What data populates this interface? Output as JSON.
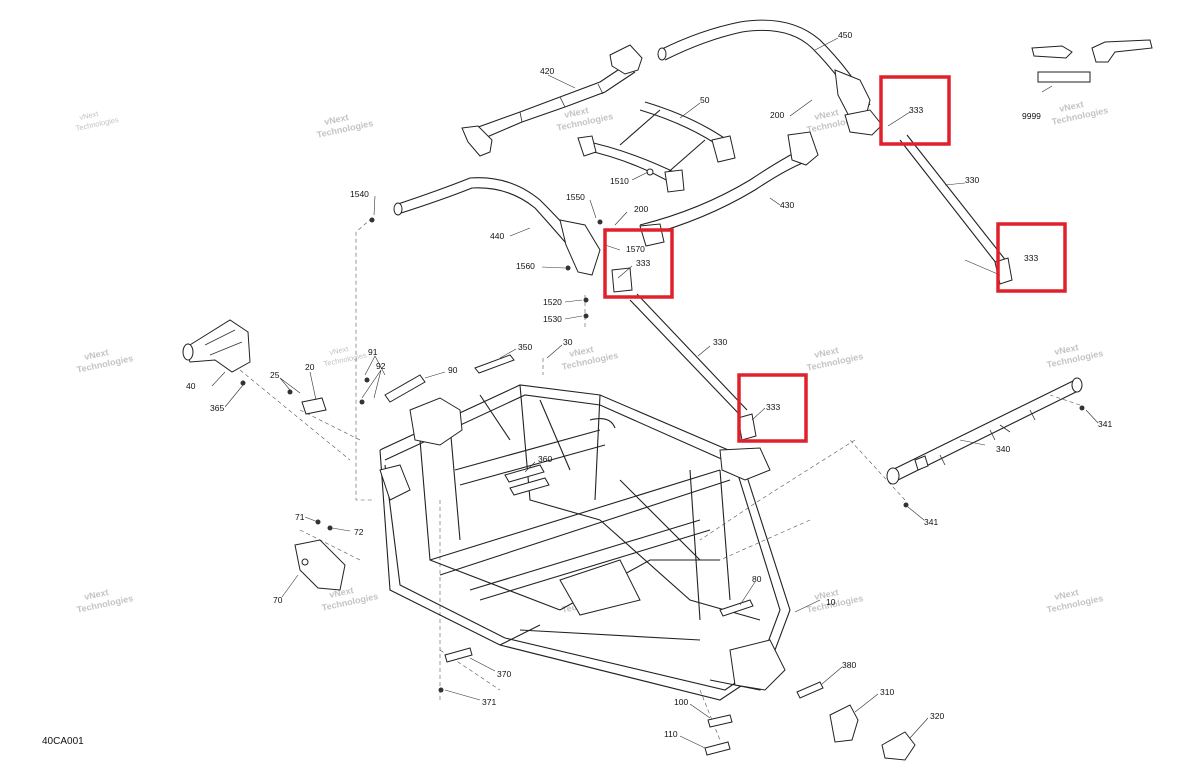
{
  "figure": {
    "code": "40CA001",
    "highlight_color": "#e0202a"
  },
  "watermark": {
    "line1": "vNext",
    "line2": "Technologies",
    "compact": "vNext Technologies"
  },
  "labels": {
    "p420": "420",
    "p450": "450",
    "p50": "50",
    "p200a": "200",
    "p200b": "200",
    "p333a": "333",
    "p333b": "333",
    "p333c": "333",
    "p333d": "333",
    "p330a": "330",
    "p330b": "330",
    "p9999": "9999",
    "p1510": "1510",
    "p430": "430",
    "p1540": "1540",
    "p1550": "1550",
    "p1570": "1570",
    "p440": "440",
    "p1560": "1560",
    "p1520": "1520",
    "p1530": "1530",
    "p40": "40",
    "p365": "365",
    "p25": "25",
    "p20": "20",
    "p91": "91",
    "p92": "92",
    "p90": "90",
    "p350": "350",
    "p30": "30",
    "p360": "360",
    "p340": "340",
    "p341a": "341",
    "p341b": "341",
    "p71": "71",
    "p72": "72",
    "p70": "70",
    "p80": "80",
    "p10": "10",
    "p370": "370",
    "p371": "371",
    "p380": "380",
    "p310": "310",
    "p320": "320",
    "p100": "100",
    "p110": "110"
  }
}
